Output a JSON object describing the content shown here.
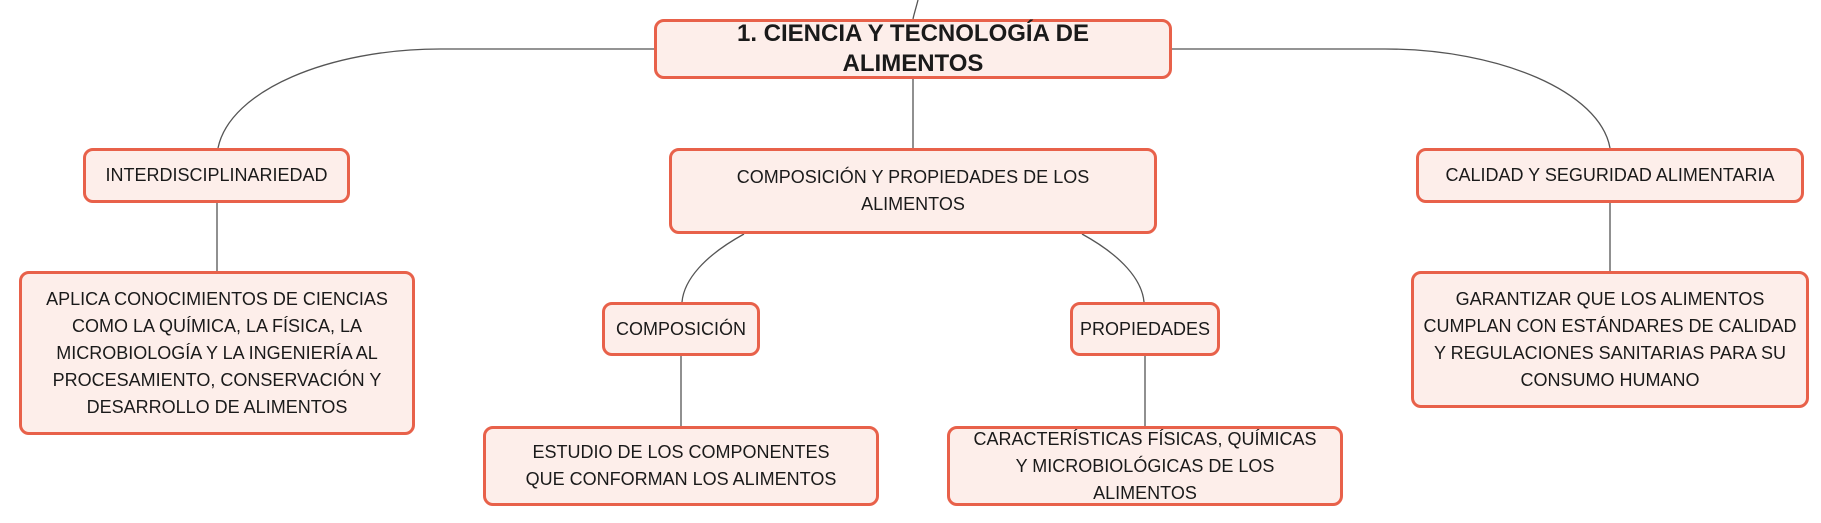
{
  "colors": {
    "node_fill": "#fdeeea",
    "node_border": "#e8614a",
    "connector": "#555555",
    "text": "#1a1a1a"
  },
  "root": {
    "label": "1. CIENCIA Y TECNOLOGÍA DE ALIMENTOS"
  },
  "branches": {
    "interdisciplinariedad": {
      "label": "INTERDISCIPLINARIEDAD",
      "detail": "APLICA CONOCIMIENTOS DE CIENCIAS COMO LA QUÍMICA, LA FÍSICA, LA MICROBIOLOGÍA Y LA INGENIERÍA AL PROCESAMIENTO, CONSERVACIÓN Y DESARROLLO DE ALIMENTOS"
    },
    "composicion_propiedades": {
      "label": "COMPOSICIÓN Y PROPIEDADES DE LOS ALIMENTOS",
      "composicion": {
        "label": "COMPOSICIÓN",
        "detail": "ESTUDIO DE LOS COMPONENTES QUE CONFORMAN LOS ALIMENTOS"
      },
      "propiedades": {
        "label": "PROPIEDADES",
        "detail": "CARACTERÍSTICAS FÍSICAS, QUÍMICAS Y MICROBIOLÓGICAS DE LOS ALIMENTOS"
      }
    },
    "calidad": {
      "label": "CALIDAD Y SEGURIDAD ALIMENTARIA",
      "detail": "GARANTIZAR QUE LOS ALIMENTOS CUMPLAN CON ESTÁNDARES DE CALIDAD Y REGULACIONES SANITARIAS PARA SU CONSUMO HUMANO"
    }
  }
}
